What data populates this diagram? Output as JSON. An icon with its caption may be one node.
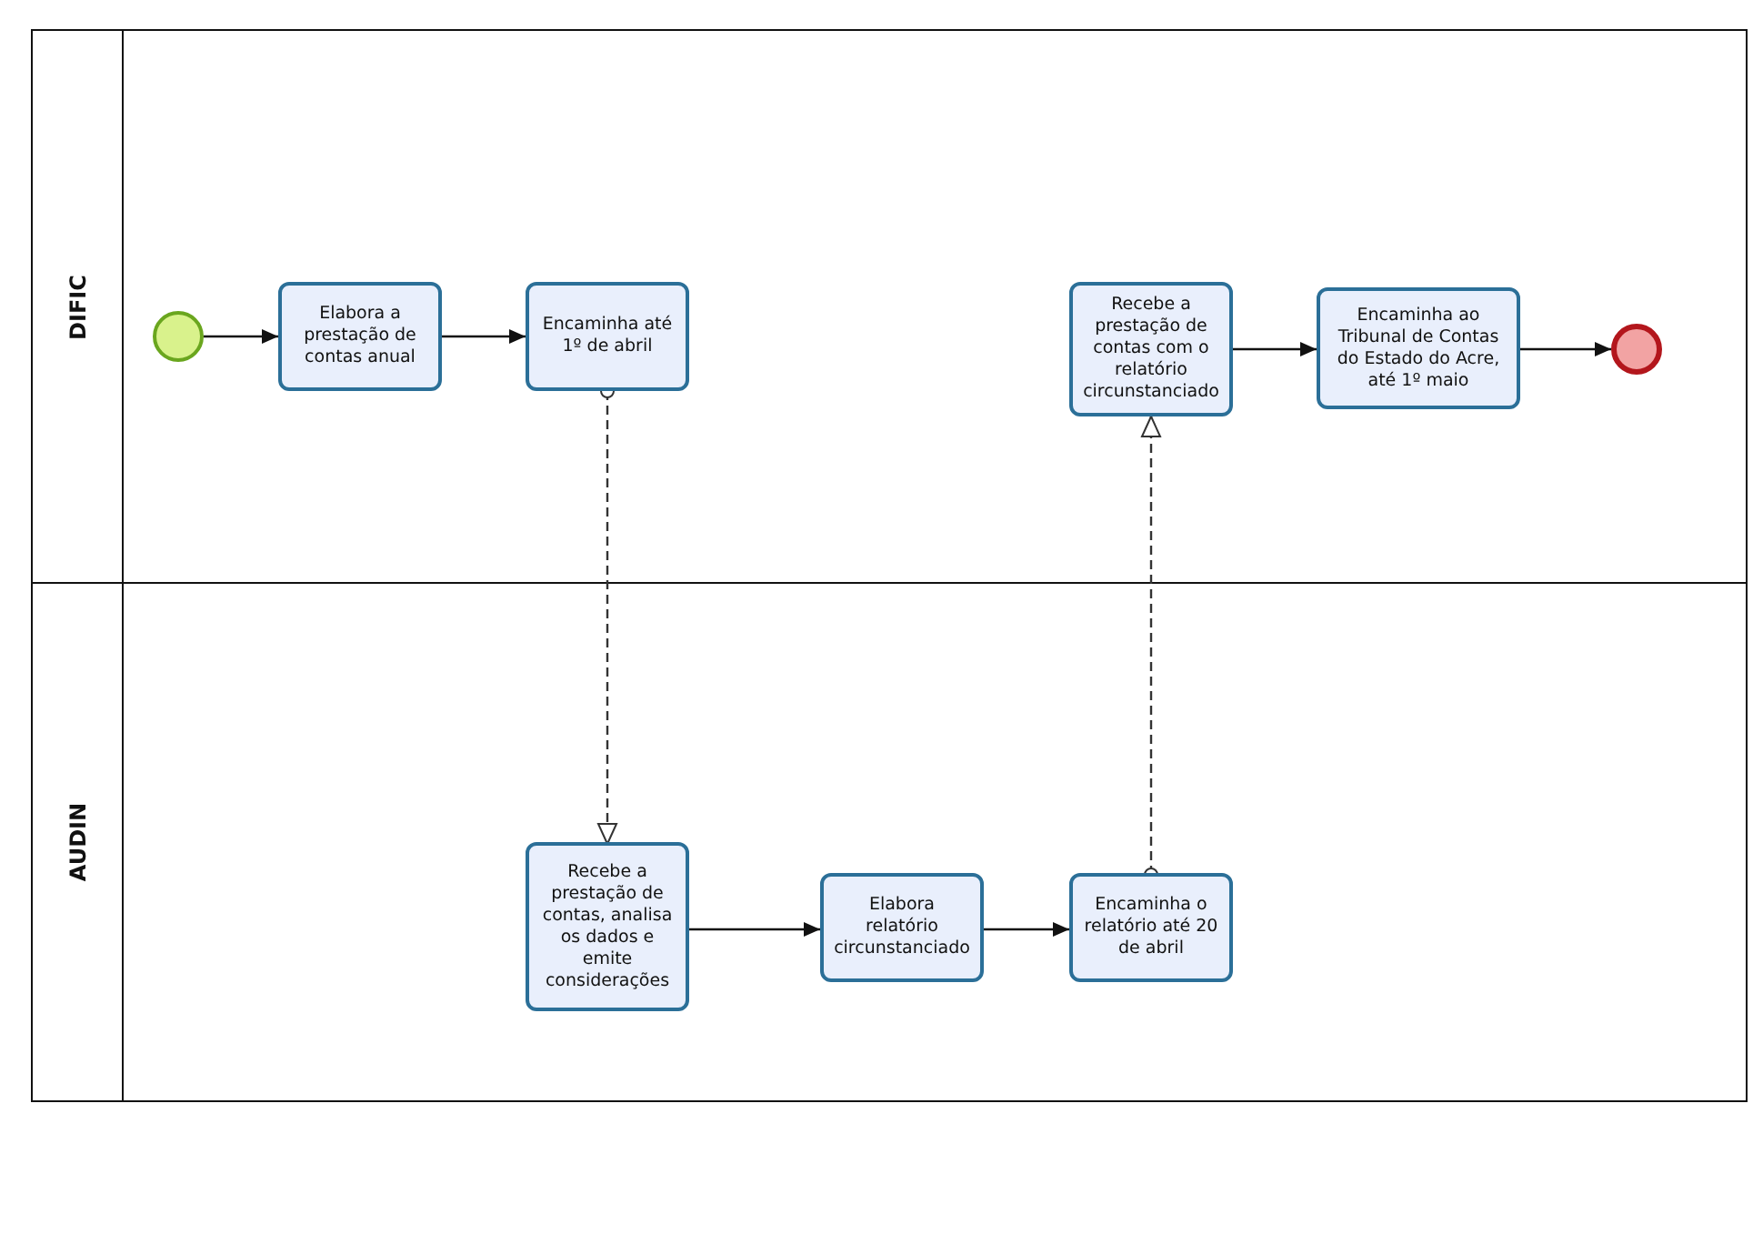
{
  "diagram": {
    "nodes": [
      {
        "text": [
          "DIFIC"
        ]
      },
      {
        "text": [
          "AUDIN"
        ]
      },
      {
        "text": [],
        "shape": "circle",
        "in": 0
      },
      {
        "text": [
          "Elabora a prestação de contas anual"
        ],
        "in": 0
      },
      {
        "text": [
          "Encaminha até 1º de abril"
        ],
        "in": 0
      },
      {
        "text": [
          "Recebe a prestação de contas com o relatório circunstanciado"
        ],
        "in": 0
      },
      {
        "text": [
          "Encaminha ao Tribunal de Contas do Estado do Acre, até 1º maio"
        ],
        "in": 0
      },
      {
        "text": [],
        "shape": "circle",
        "in": 0
      },
      {
        "text": [
          "Recebe a prestação de contas, analisa os dados e emite considerações"
        ],
        "in": 1
      },
      {
        "text": [
          "Elabora relatório circunstanciado"
        ],
        "in": 1
      },
      {
        "text": [
          "Encaminha o relatório até 20 de abril"
        ],
        "in": 1
      }
    ],
    "edges": [
      {
        "from": 2,
        "to": 3,
        "arrow": "to"
      },
      {
        "from": 3,
        "to": 4,
        "arrow": "to"
      },
      {
        "from": 4,
        "to": 8,
        "arrow": "to",
        "style": "dashed"
      },
      {
        "from": 8,
        "to": 9,
        "arrow": "to"
      },
      {
        "from": 9,
        "to": 10,
        "arrow": "to"
      },
      {
        "from": 10,
        "to": 5,
        "arrow": "to",
        "style": "dashed"
      },
      {
        "from": 5,
        "to": 6,
        "arrow": "to"
      },
      {
        "from": 6,
        "to": 7,
        "arrow": "to"
      }
    ]
  }
}
